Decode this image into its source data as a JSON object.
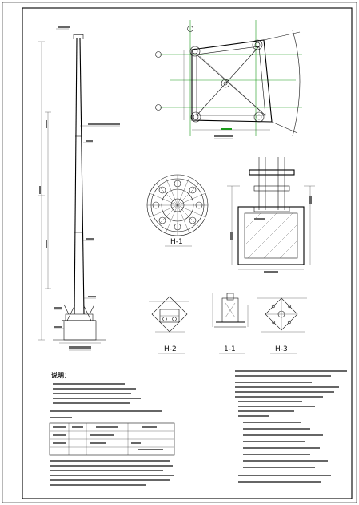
{
  "drawing": {
    "title": "Steel lamp pole construction drawing (CAD sheet)"
  },
  "labels": {
    "section_h1": "H-1",
    "section_h2": "H-2",
    "section_11": "1-1",
    "section_h3": "H-3"
  },
  "notes": {
    "header": "说明："
  },
  "colors": {
    "line": "#111111",
    "accent": "#1a9a1a",
    "paper": "#ffffff"
  }
}
